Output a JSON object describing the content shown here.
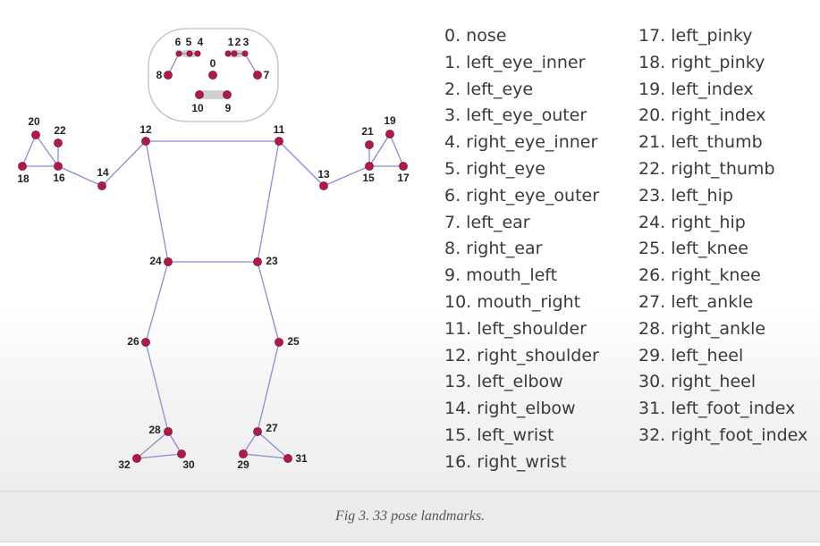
{
  "diagram": {
    "landmarks": [
      {
        "id": "0",
        "name": "nose"
      },
      {
        "id": "1",
        "name": "left_eye_inner"
      },
      {
        "id": "2",
        "name": "left_eye"
      },
      {
        "id": "3",
        "name": "left_eye_outer"
      },
      {
        "id": "4",
        "name": "right_eye_inner"
      },
      {
        "id": "5",
        "name": "right_eye"
      },
      {
        "id": "6",
        "name": "right_eye_outer"
      },
      {
        "id": "7",
        "name": "left_ear"
      },
      {
        "id": "8",
        "name": "right_ear"
      },
      {
        "id": "9",
        "name": "mouth_left"
      },
      {
        "id": "10",
        "name": "mouth_right"
      },
      {
        "id": "11",
        "name": "left_shoulder"
      },
      {
        "id": "12",
        "name": "right_shoulder"
      },
      {
        "id": "13",
        "name": "left_elbow"
      },
      {
        "id": "14",
        "name": "right_elbow"
      },
      {
        "id": "15",
        "name": "left_wrist"
      },
      {
        "id": "16",
        "name": "right_wrist"
      },
      {
        "id": "17",
        "name": "left_pinky"
      },
      {
        "id": "18",
        "name": "right_pinky"
      },
      {
        "id": "19",
        "name": "left_index"
      },
      {
        "id": "20",
        "name": "right_index"
      },
      {
        "id": "21",
        "name": "left_thumb"
      },
      {
        "id": "22",
        "name": "right_thumb"
      },
      {
        "id": "23",
        "name": "left_hip"
      },
      {
        "id": "24",
        "name": "right_hip"
      },
      {
        "id": "25",
        "name": "left_knee"
      },
      {
        "id": "26",
        "name": "right_knee"
      },
      {
        "id": "27",
        "name": "left_ankle"
      },
      {
        "id": "28",
        "name": "right_ankle"
      },
      {
        "id": "29",
        "name": "left_heel"
      },
      {
        "id": "30",
        "name": "right_heel"
      },
      {
        "id": "31",
        "name": "left_foot_index"
      },
      {
        "id": "32",
        "name": "right_foot_index"
      }
    ],
    "legend_col1": [
      "0. nose",
      "1. left_eye_inner",
      "2. left_eye",
      "3. left_eye_outer",
      "4. right_eye_inner",
      "5. right_eye",
      "6. right_eye_outer",
      "7. left_ear",
      "8. right_ear",
      "9. mouth_left",
      "10. mouth_right",
      "11. left_shoulder",
      "12. right_shoulder",
      "13. left_elbow",
      "14. right_elbow",
      "15. left_wrist",
      "16. right_wrist"
    ],
    "legend_col2": [
      "17. left_pinky",
      "18. right_pinky",
      "19. left_index",
      "20. right_index",
      "21. left_thumb",
      "22. right_thumb",
      "23. left_hip",
      "24. right_hip",
      "25. left_knee",
      "26. right_knee",
      "27. left_ankle",
      "28. right_ankle",
      "29. left_heel",
      "30. right_heel",
      "31. left_foot_index",
      "32. right_foot_index"
    ],
    "colors": {
      "point": "#b01a4a",
      "line": "#8a8ad8",
      "label": "#222222",
      "head_outline": "#bdbdbd",
      "mouth_fill": "#d0d0d0"
    }
  },
  "caption": "Fig 3. 33 pose landmarks."
}
